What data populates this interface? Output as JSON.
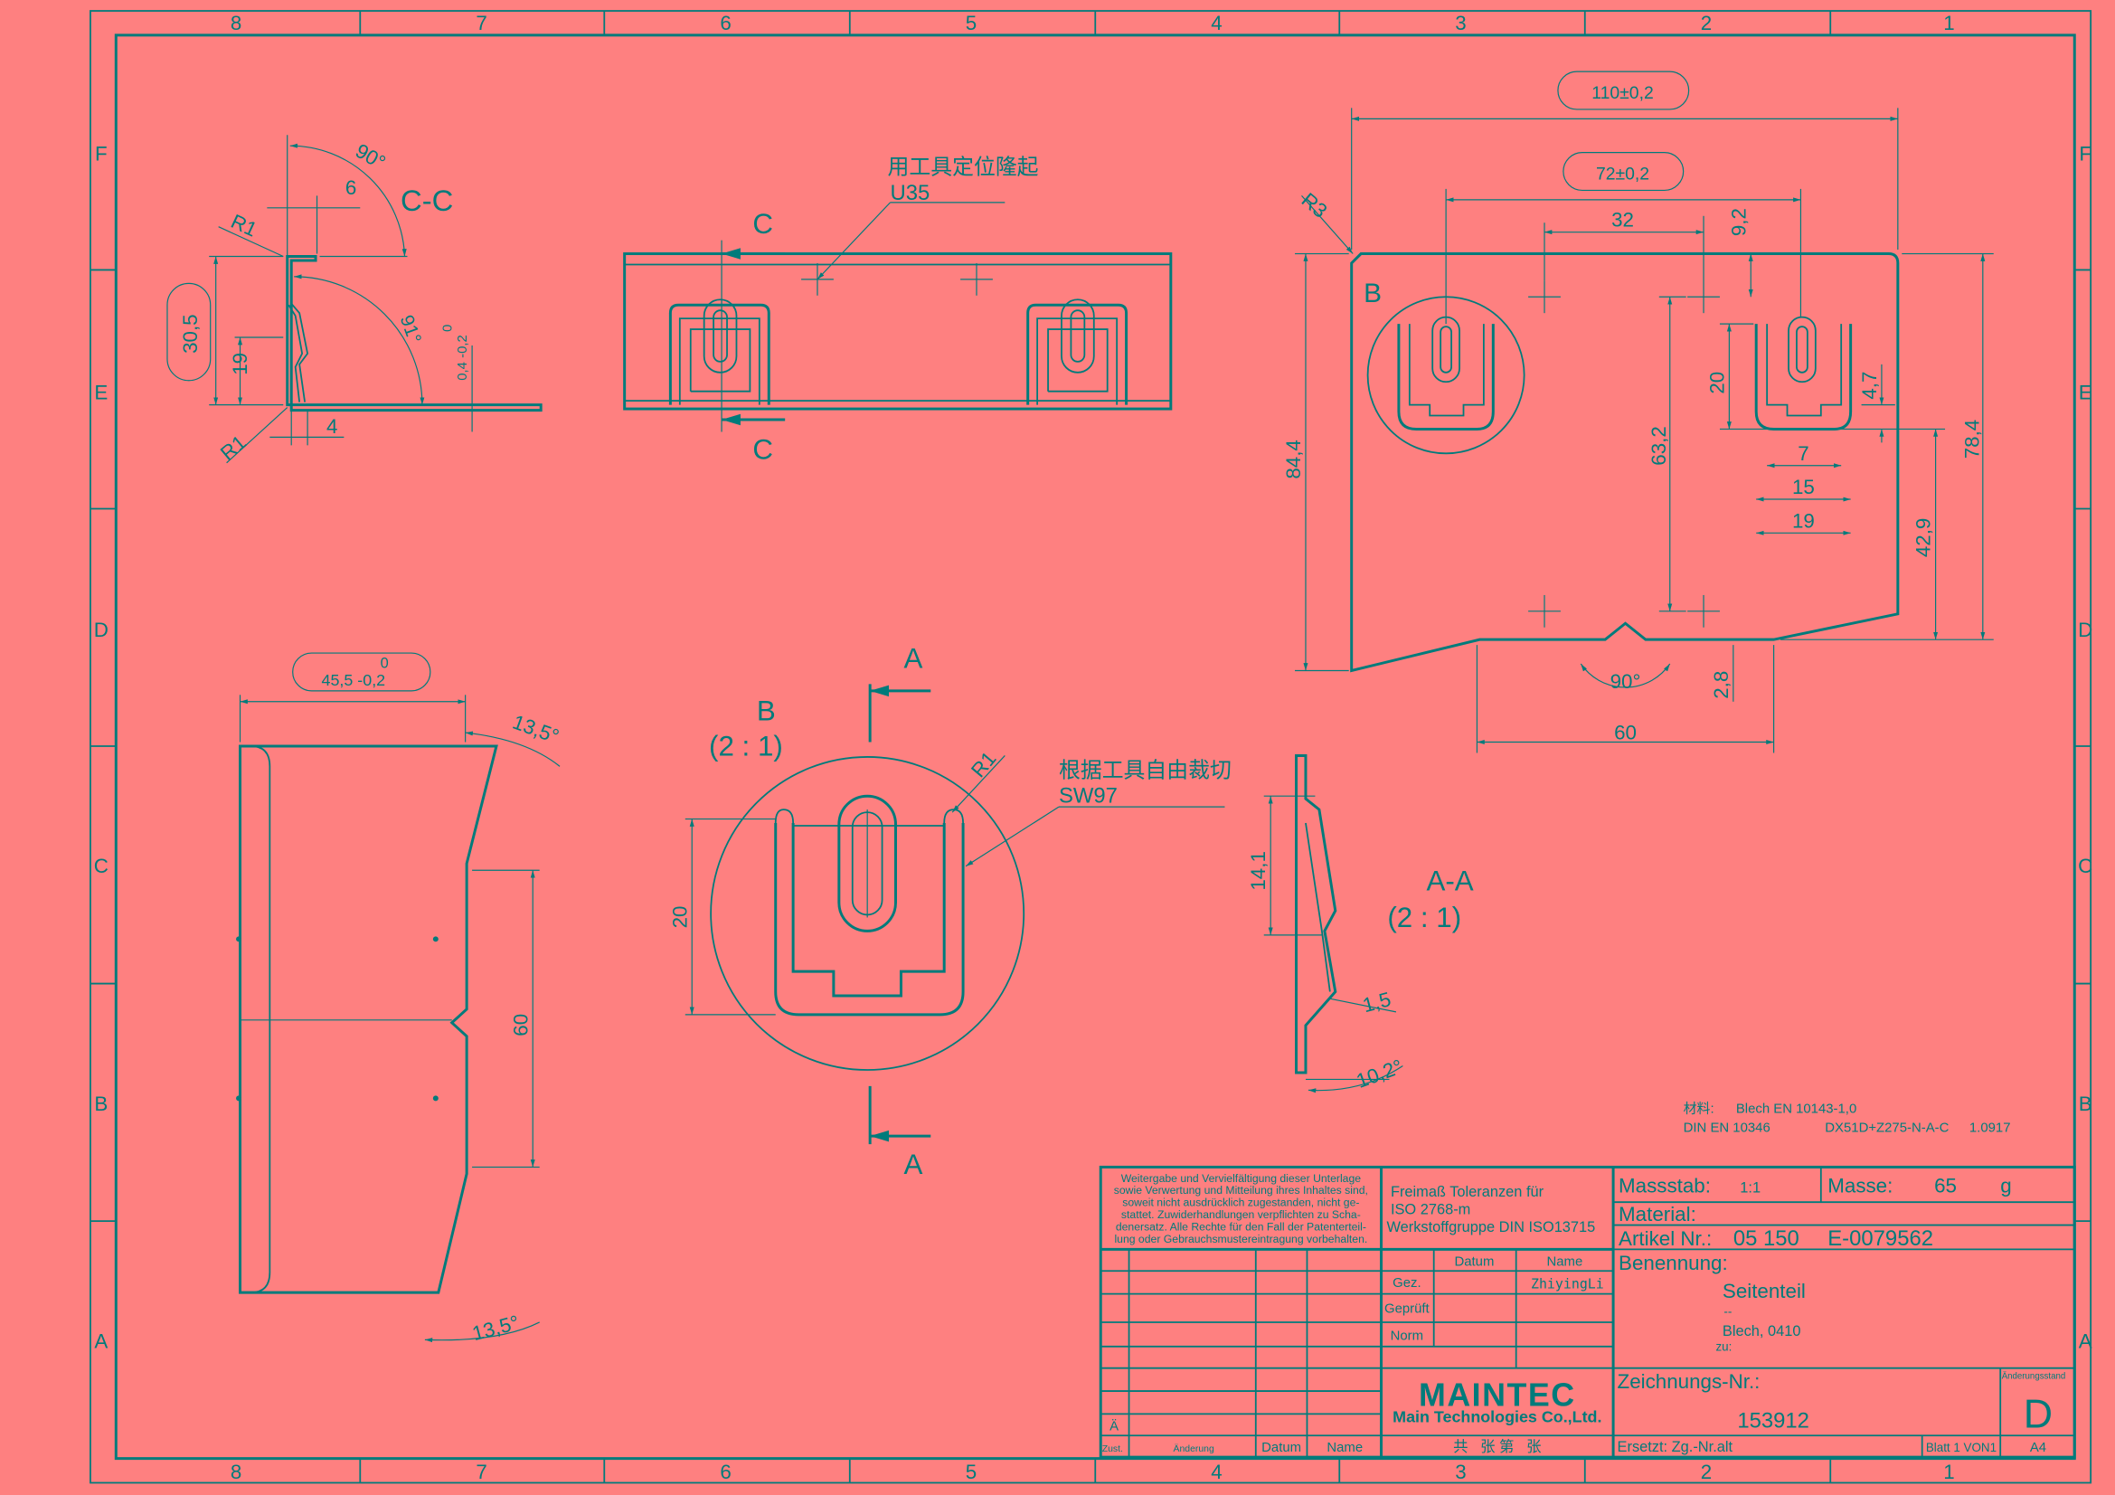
{
  "colors": {
    "background": "#fe8080",
    "ink": "#007b7b"
  },
  "frame": {
    "columns": [
      "8",
      "7",
      "6",
      "5",
      "4",
      "3",
      "2",
      "1"
    ],
    "rows": [
      "F",
      "E",
      "D",
      "C",
      "B",
      "A"
    ]
  },
  "view_cc": {
    "title": "C-C",
    "angle_top": "90°",
    "angle_bottom": "91°",
    "dim_6": "6",
    "dim_4": "4",
    "r_top": "R1",
    "r_bottom": "R1",
    "dim_30_5": "30,5",
    "dim_19": "19",
    "tol_upper": "0",
    "tol_text": "0,4 -0,2"
  },
  "view_top": {
    "callout_cn": "用工具定位隆起",
    "callout_code": "U35",
    "section_label_top": "C",
    "section_label_bottom": "C"
  },
  "view_flat": {
    "dim_110": "110±0,2",
    "dim_72": "72±0,2",
    "dim_32": "32",
    "dim_9_2": "9,2",
    "r3": "R3",
    "detail_label": "B",
    "dim_84_4": "84,4",
    "dim_63_2": "63,2",
    "dim_78_4": "78,4",
    "dim_42_9": "42,9",
    "dim_20": "20",
    "dim_4_7": "4,7",
    "dim_7": "7",
    "dim_15": "15",
    "dim_19": "19",
    "dim_60": "60",
    "dim_2_8": "2,8",
    "angle_90": "90°"
  },
  "view_side": {
    "tol_upper": "0",
    "dim_45_5": "45,5 -0,2",
    "angle_top": "13,5°",
    "angle_bottom": "13,5°",
    "dim_60": "60"
  },
  "detail_b": {
    "title": "B",
    "scale": "(2 : 1)",
    "r1": "R1",
    "dim_20": "20",
    "callout_cn": "根据工具自由裁切",
    "callout_code": "SW97",
    "section_top": "A",
    "section_bottom": "A"
  },
  "section_aa": {
    "title": "A-A",
    "scale": "(2 : 1)",
    "dim_14_1": "14,1",
    "dim_1_5": "1,5",
    "angle": "10,2°"
  },
  "material_note": {
    "label_cn": "材料:",
    "line1": "Blech EN 10143-1,0",
    "std": "DIN EN 10346",
    "grade": "DX51D+Z275-N-A-C",
    "number": "1.0917"
  },
  "title_block": {
    "copyright": [
      "Weitergabe und Vervielfältigung dieser Unterlage",
      "sowie Verwertung und Mitteilung ihres Inhaltes sind,",
      "soweit nicht ausdrücklich zugestanden, nicht ge-",
      "stattet. Zuwiderhandlungen verpflichten zu Scha-",
      "denersatz. Alle Rechte für den Fall der Patenterteil-",
      "lung oder Gebrauchsmustereintragung vorbehalten."
    ],
    "tolerances": [
      "Freimaß Toleranzen für",
      "ISO 2768-m",
      "Werkstoffgruppe DIN ISO13715"
    ],
    "col_datum": "Datum",
    "col_name": "Name",
    "gez": "Gez.",
    "gez_name": "ZhiyingLi",
    "geprueft": "Geprüft",
    "norm": "Norm",
    "rev_letter": "Ä",
    "zust": "Zust.",
    "aenderung": "Änderung",
    "rev_datum": "Datum",
    "rev_name": "Name",
    "logo": "MAINTEC",
    "company": "Main Technologies Co.,Ltd.",
    "sheets_cn": "共   张 第   张",
    "massstab_label": "Massstab:",
    "massstab": "1:1",
    "masse_label": "Masse:",
    "masse": "65",
    "masse_unit": "g",
    "material_label": "Material:",
    "artikel_label": "Artikel Nr.:",
    "artikel_nr": "05 150",
    "artikel_code": "E-0079562",
    "benennung_label": "Benennung:",
    "benennung": "Seitenteil",
    "benennung_sub": "--",
    "benennung_material": "Blech, 0410",
    "zu": "zu:",
    "zeichnungs_label": "Zeichnungs-Nr.:",
    "zeichnungs_nr": "153912",
    "aenderungsstand_label": "Änderungsstand",
    "aenderungsstand": "D",
    "ersetzt": "Ersetzt: Zg.-Nr.alt",
    "blatt": "Blatt 1 VON1",
    "format": "A4"
  }
}
